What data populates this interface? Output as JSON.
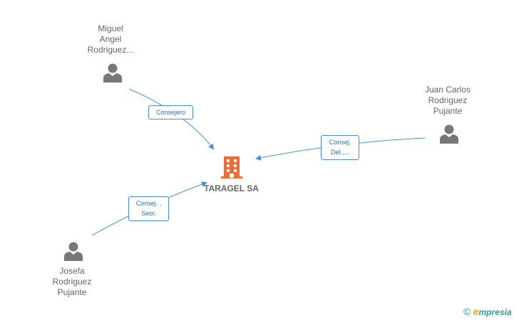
{
  "company": {
    "name": "TARAGEL SA",
    "icon": "building-icon",
    "color": "#f06a35"
  },
  "people": [
    {
      "name": "Miguel\nAngel\nRodriguez...",
      "icon": "person-icon"
    },
    {
      "name": "Juan Carlos\nRodriguez\nPujante",
      "icon": "person-icon"
    },
    {
      "name": "Josefa\nRodriguez\nPujante",
      "icon": "person-icon"
    }
  ],
  "roles": [
    {
      "label": "Consejero"
    },
    {
      "label": "Consej.\nDel.,..."
    },
    {
      "label": "Consej. ,\nSecr."
    }
  ],
  "colors": {
    "edge": "#4a90d9",
    "person": "#777777",
    "text": "#666666"
  },
  "footer": {
    "copyright_symbol": "©",
    "brand_initial": "e",
    "brand_rest": "mpresia"
  }
}
